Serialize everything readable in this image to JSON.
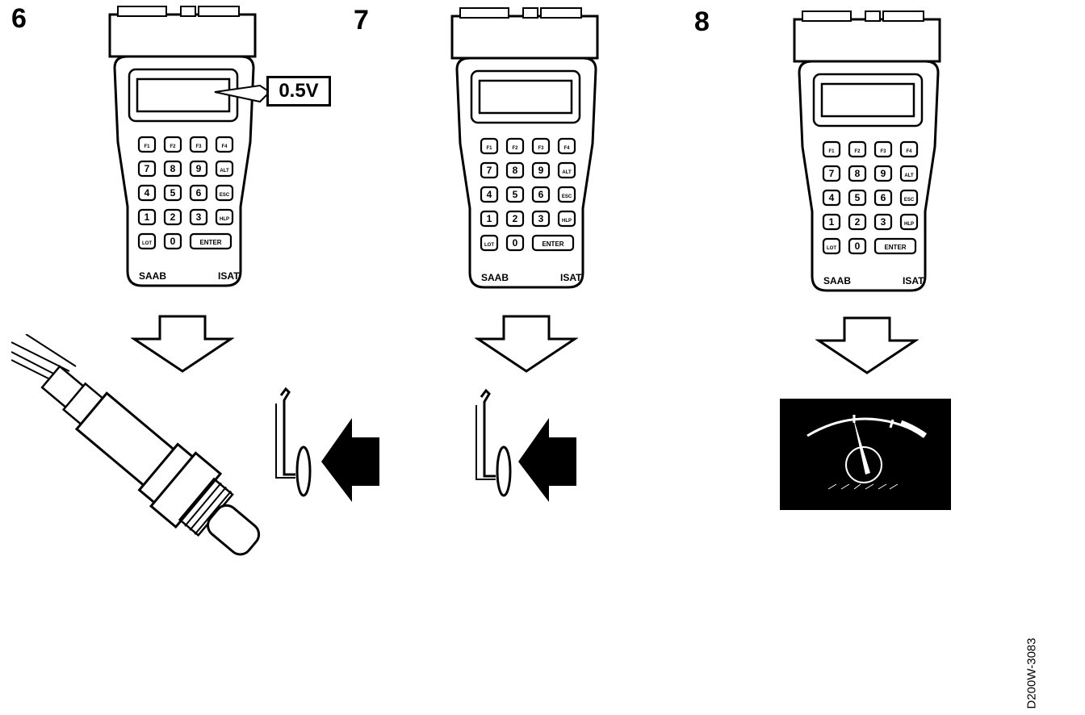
{
  "steps": [
    {
      "number": "6",
      "display_value": "0.5V"
    },
    {
      "number": "7"
    },
    {
      "number": "8"
    }
  ],
  "tester": {
    "brand": "SAAB",
    "model": "ISAT",
    "keys": {
      "row1": [
        "F1",
        "F2",
        "F3",
        "F4"
      ],
      "row2": [
        "7",
        "8",
        "9",
        "ALT"
      ],
      "row3": [
        "4",
        "5",
        "6",
        "ESC"
      ],
      "row4": [
        "1",
        "2",
        "3",
        "HLP"
      ],
      "row5": [
        "LOT",
        "0",
        "ENTER"
      ]
    }
  },
  "figure_id": "D200W-3083",
  "colors": {
    "ink": "#000000",
    "paper": "#ffffff"
  }
}
